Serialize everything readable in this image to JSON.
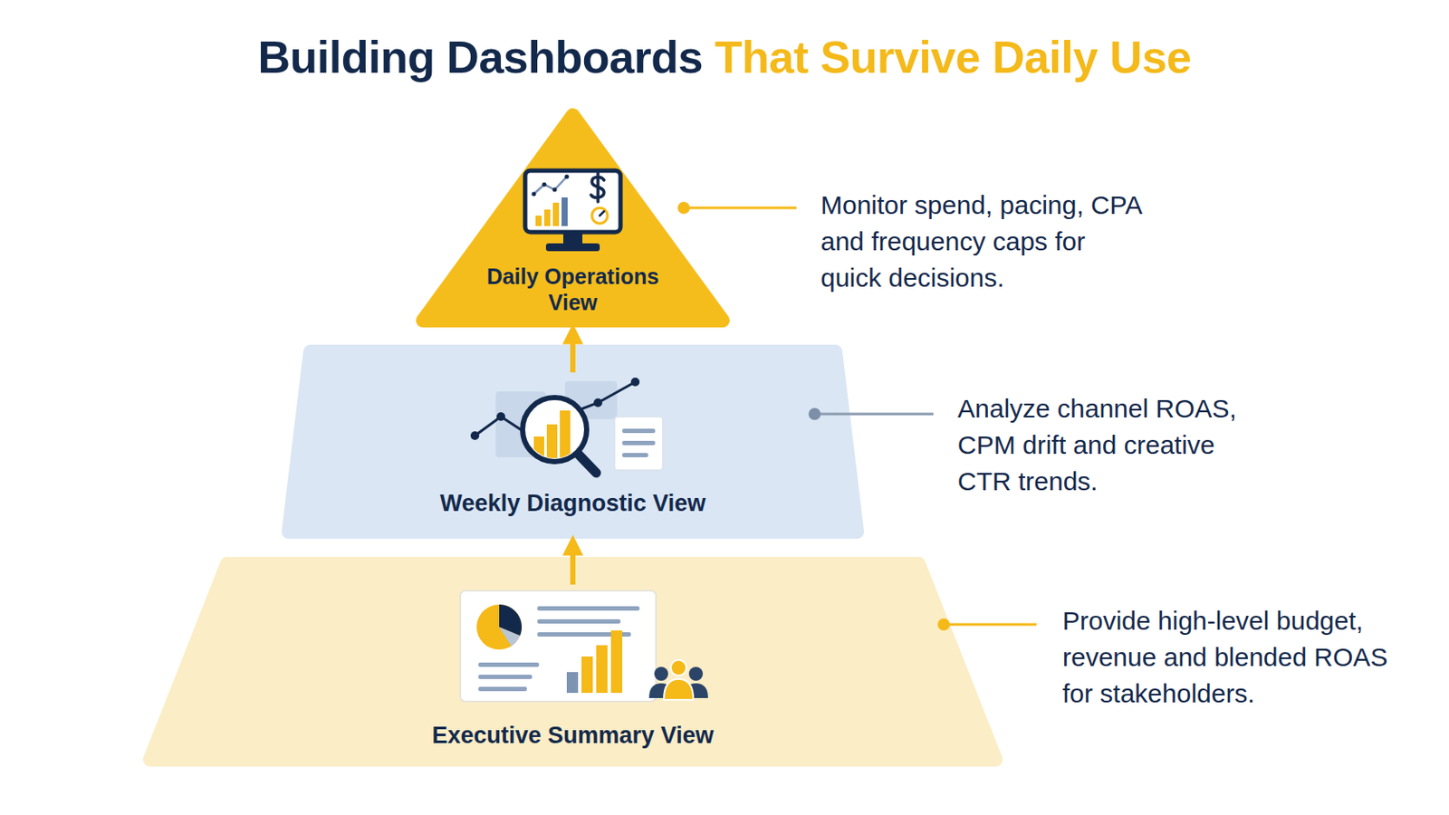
{
  "diagram": {
    "title": "Building Dashboards That Survive Daily Use",
    "nodes": [
      {
        "text": [
          "Daily Operations View"
        ]
      },
      {
        "text": [
          "Weekly Diagnostic View"
        ]
      },
      {
        "text": [
          "Executive Summary View"
        ]
      }
    ],
    "edges": [
      {
        "from": 2,
        "to": 1,
        "arrow": "to"
      },
      {
        "from": 1,
        "to": 0,
        "arrow": "to"
      }
    ],
    "labels": [
      "Monitor spend, pacing, CPA and frequency caps for quick decisions.",
      "Analyze channel ROAS, CPM drift and creative CTR trends.",
      "Provide high-level budget, revenue and blended ROAS for stakeholders."
    ]
  }
}
